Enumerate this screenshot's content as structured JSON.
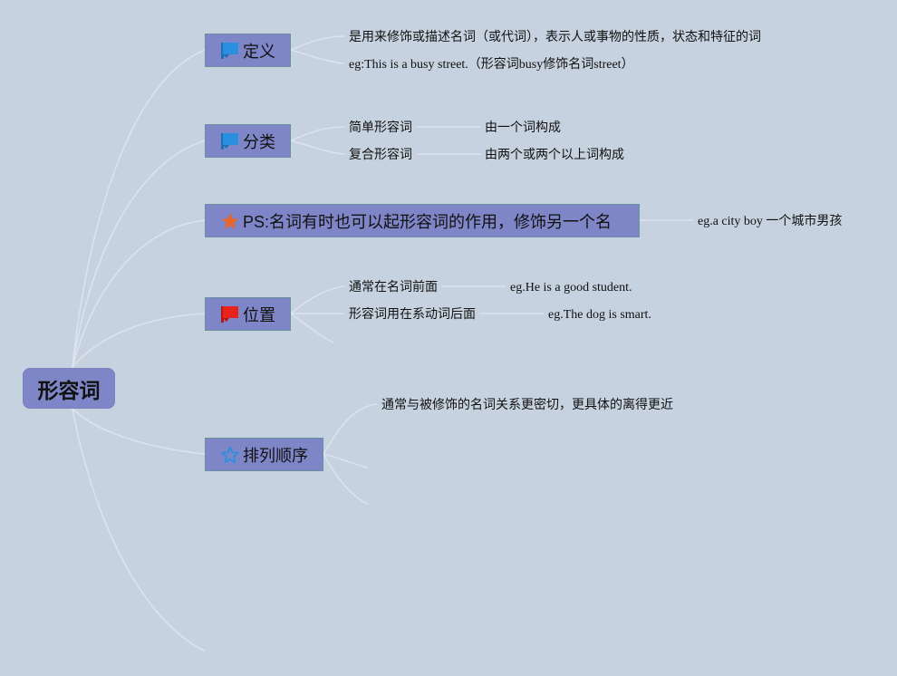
{
  "root": {
    "label": "形容词"
  },
  "branches": [
    {
      "label": "定义",
      "icon": "blue-flag-icon",
      "children": [
        {
          "text": "是用来修饰或描述名词（或代词），表示人或事物的性质，状态和特征的词"
        },
        {
          "text": "eg:This is a busy street.（形容词busy修饰名词street）"
        }
      ]
    },
    {
      "label": "分类",
      "icon": "blue-flag-icon",
      "children": [
        {
          "text": "简单形容词",
          "detail": "由一个词构成"
        },
        {
          "text": "复合形容词",
          "detail": "由两个或两个以上词构成"
        }
      ]
    },
    {
      "label": "PS:名词有时也可以起形容词的作用，修饰另一个名",
      "icon": "orange-star-icon",
      "children": [
        {
          "text": "eg.a city boy 一个城市男孩"
        }
      ]
    },
    {
      "label": "位置",
      "icon": "red-flag-icon",
      "children": [
        {
          "text": "通常在名词前面",
          "detail": "eg.He is a good student."
        },
        {
          "text": "形容词用在系动词后面",
          "detail": "eg.The dog is smart."
        }
      ]
    },
    {
      "label": "排列顺序",
      "icon": "blue-star-outline-icon",
      "children": [
        {
          "text": "通常与被修饰的名词关系更密切，更具体的离得更近"
        }
      ]
    }
  ],
  "colors": {
    "background": "#c6d2df",
    "node_fill": "#7f86c8",
    "connector": "#dfe6ee",
    "blue_flag": "#2b8fe0",
    "red_flag": "#e8231b",
    "orange_star": "#e8662b",
    "blue_star": "#2b8fe0"
  }
}
